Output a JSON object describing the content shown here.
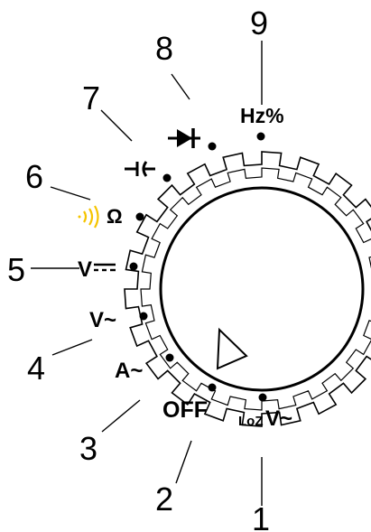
{
  "callouts": [
    "1",
    "2",
    "3",
    "4",
    "5",
    "6",
    "7",
    "8",
    "9"
  ],
  "functions": {
    "loz_prefix": "LoZ",
    "loz_v": "V~",
    "off": "OFF",
    "amps_ac": "A~",
    "volts_ac": "V~",
    "volts_dc": "V",
    "ohm": "Ω",
    "hz_percent": "Hz%"
  },
  "colors": {
    "continuity_accent": "#f5c400",
    "ink": "#000000"
  },
  "icons": [
    "diode-icon",
    "capacitor-icon",
    "continuity-sound-icon",
    "dc-symbol-icon",
    "pointer-triangle-icon"
  ]
}
